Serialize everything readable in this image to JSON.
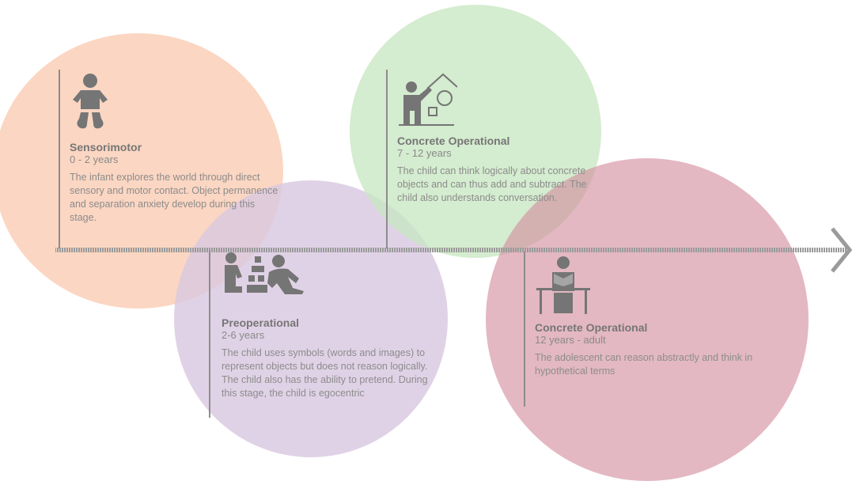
{
  "stages": [
    {
      "title": "Sensorimotor",
      "age": "0 - 2 years",
      "description": "The infant explores the world through direct sensory and motor contact. Object permanence and separation anxiety develop during this stage.",
      "icon": "baby-icon",
      "color": "#f9c9b0"
    },
    {
      "title": "Preoperational",
      "age": "2-6 years",
      "description": "The child uses symbols (words and images) to represent objects but does not reason logically. The child also has the ability to pretend. During this stage, the child is egocentric",
      "icon": "children-playing-blocks-icon",
      "color": "#dccbe3"
    },
    {
      "title": "Concrete Operational",
      "age": "7 - 12 years",
      "description": "The child can think logically about concrete objects and can thus add and subtract. The child also understands conversation.",
      "icon": "child-at-board-icon",
      "color": "#c6e5bf"
    },
    {
      "title": "Concrete Operational",
      "age": "12 years - adult",
      "description": "The adolescent can reason abstractly and think in hypothetical terms",
      "icon": "student-reading-at-desk-icon",
      "color": "#d48ea0"
    }
  ],
  "timeline": {
    "icon": "arrow-right-icon",
    "color": "#9a9a9a"
  }
}
